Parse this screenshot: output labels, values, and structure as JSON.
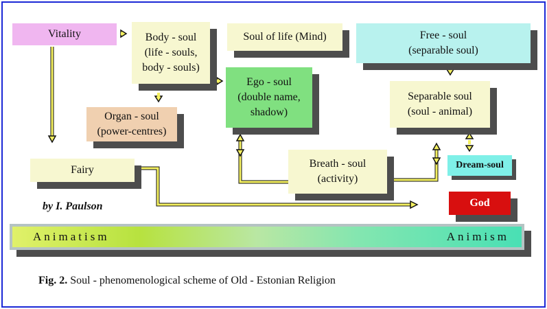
{
  "boxes": {
    "vitality": "Vitality",
    "body_soul": "Body - soul\n(life - souls,\nbody - souls)",
    "soul_of_life": "Soul of life (Mind)",
    "free_soul": "Free - soul\n(separable soul)",
    "organ_soul": "Organ - soul\n(power-centres)",
    "ego_soul": "Ego - soul\n(double name,\nshadow)",
    "separable_soul": "Separable soul\n(soul - animal)",
    "fairy": "Fairy",
    "breath_soul": "Breath - soul\n(activity)",
    "dream_soul": "Dream-soul",
    "god": "God"
  },
  "byline": "by I. Paulson",
  "scale": {
    "left": "Animatism",
    "right": "Animism"
  },
  "caption": {
    "label": "Fig. 2.",
    "text": "Soul - phenomenological scheme of Old - Estonian Religion"
  },
  "colors": {
    "frame": "#1a27d6",
    "vitality": "#f0b6f0",
    "cream": "#f7f7d0",
    "free_soul": "#b8f2ee",
    "organ_soul": "#f0d0b0",
    "ego_soul": "#80e080",
    "dream_soul": "#7ff0e8",
    "god": "#d80f0f",
    "connector": "#f4f060"
  }
}
